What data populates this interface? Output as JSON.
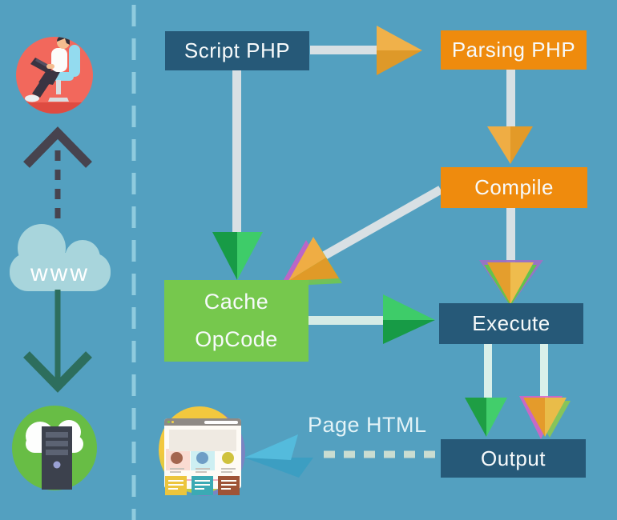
{
  "background": "#53A0C0",
  "left_panel": {
    "user_icon": "developer-on-laptop",
    "cloud_label": "www",
    "server_icon": "web-server-cloud"
  },
  "flowchart": {
    "nodes": {
      "script": {
        "label": "Script PHP",
        "color": "#265978"
      },
      "parsing": {
        "label": "Parsing PHP",
        "color": "#EF8B0D"
      },
      "compile": {
        "label": "Compile",
        "color": "#EF8B0D"
      },
      "cache": {
        "label_top": "Cache",
        "label_bottom": "OpCode",
        "color": "#76C84D"
      },
      "execute": {
        "label": "Execute",
        "color": "#265978"
      },
      "output": {
        "label": "Output",
        "color": "#265978"
      }
    },
    "edges": [
      {
        "from": "script",
        "to": "parsing"
      },
      {
        "from": "script",
        "to": "cache"
      },
      {
        "from": "parsing",
        "to": "compile"
      },
      {
        "from": "compile",
        "to": "cache"
      },
      {
        "from": "compile",
        "to": "execute"
      },
      {
        "from": "cache",
        "to": "execute"
      },
      {
        "from": "execute",
        "to": "output"
      },
      {
        "from": "execute",
        "to": "output"
      },
      {
        "from": "output",
        "to": "browser",
        "label": "Page HTML"
      }
    ]
  },
  "colors": {
    "background": "#53A0C0",
    "node_blue": "#265978",
    "node_orange": "#EF8B0D",
    "node_green": "#76C84D",
    "connector_gray": "#D8E0E4",
    "connector_mint": "#D9F0EA",
    "dashed_line": "#CADDD1",
    "separator_dash": "#8FCBDE",
    "arrow_orange_light": "#F0B14A",
    "arrow_orange_dark": "#DE9929",
    "arrow_green_light": "#3ECC69",
    "arrow_green_dark": "#179B46",
    "arrow_magenta_fringe": "#C75FC6",
    "arrow_purple_fringe": "#9C72C4",
    "dart_blue_light": "#54BBDC",
    "dart_blue_dark": "#3C9EC2",
    "person_circle": "#F2685C",
    "server_circle": "#68BD45",
    "cloud_fill": "#A8D5DC",
    "dark_arrow": "#47434E",
    "teal_arrow": "#2D6E5D"
  }
}
